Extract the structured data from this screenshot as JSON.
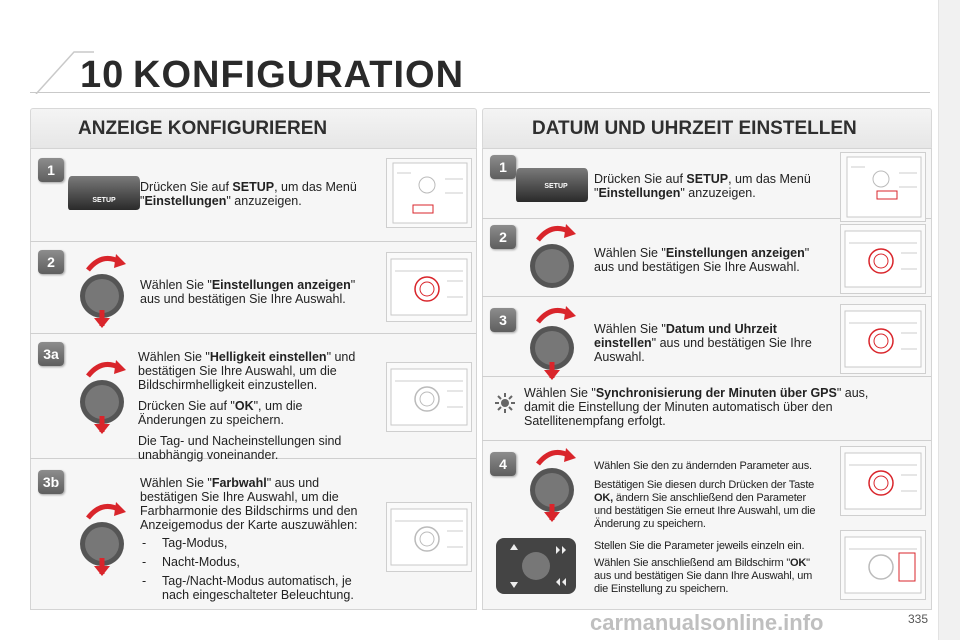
{
  "header": {
    "chapter": "10",
    "title": "KONFIGURATION"
  },
  "left": {
    "title": "ANZEIGE KONFIGURIEREN",
    "steps": [
      {
        "badge": "1",
        "text_pre": "Drücken Sie auf ",
        "text_bold": "SETUP",
        "text_mid": ", um das Menü \"",
        "text_bold2": "Einstellungen",
        "text_post": "\" anzuzeigen."
      },
      {
        "badge": "2",
        "text_pre": "Wählen Sie \"",
        "text_bold": "Einstellungen anzeigen",
        "text_post": "\" aus und bestätigen Sie Ihre Auswahl."
      },
      {
        "badge": "3a",
        "p1_pre": "Wählen Sie \"",
        "p1_bold": "Helligkeit einstellen",
        "p1_post": "\" und bestätigen Sie Ihre Auswahl, um die Bildschirmhelligkeit einzustellen.",
        "p2_pre": "Drücken Sie auf \"",
        "p2_bold": "OK",
        "p2_post": "\", um die Änderungen zu speichern.",
        "p3": "Die Tag- und Nacheinstellungen sind unabhängig voneinander."
      },
      {
        "badge": "3b",
        "p1_pre": "Wählen Sie \"",
        "p1_bold": "Farbwahl",
        "p1_post": "\" aus und bestätigen Sie Ihre Auswahl, um die Farbharmonie des Bildschirms und den Anzeigemodus der Karte auszuwählen:",
        "items": [
          "Tag-Modus,",
          "Nacht-Modus,",
          "Tag-/Nacht-Modus automatisch, je nach eingeschalteter Beleuchtung."
        ]
      }
    ]
  },
  "right": {
    "title": "DATUM UND UHRZEIT EINSTELLEN",
    "steps": [
      {
        "badge": "1",
        "text_pre": "Drücken Sie auf ",
        "text_bold": "SETUP",
        "text_mid": ", um das Menü \"",
        "text_bold2": "Einstellungen",
        "text_post": "\" anzuzeigen."
      },
      {
        "badge": "2",
        "text_pre": "Wählen Sie \"",
        "text_bold": "Einstellungen anzeigen",
        "text_post": "\" aus und bestätigen Sie Ihre Auswahl."
      },
      {
        "badge": "3",
        "text_pre": "Wählen Sie \"",
        "text_bold": "Datum und Uhrzeit einstellen",
        "text_post": "\" aus und bestätigen Sie Ihre Auswahl."
      },
      {
        "tip_pre": "Wählen Sie \"",
        "tip_bold": "Synchronisierung der Minuten über GPS",
        "tip_post": "\" aus, damit die Einstellung der Minuten automatisch über den Satellitenempfang erfolgt."
      },
      {
        "badge": "4",
        "p1": "Wählen Sie den zu ändernden Parameter aus.",
        "p2_pre": "Bestätigen Sie diesen durch Drücken der Taste ",
        "p2_bold": "OK,",
        "p2_post": " ändern Sie anschließend den Parameter und bestätigen Sie erneut Ihre Auswahl, um die Änderung zu speichern.",
        "p3": "Stellen Sie die Parameter jeweils einzeln ein.",
        "p4_pre": "Wählen Sie anschließend am Bildschirm \"",
        "p4_bold": "OK",
        "p4_post": "\" aus und bestätigen Sie dann Ihre Auswahl, um die Einstellung zu speichern."
      }
    ]
  },
  "labels": {
    "setup_key": "SETUP"
  },
  "footer": {
    "watermark": "carmanualsonline.info",
    "page": "335"
  },
  "icons": {
    "knob": "rotary-knob-icon",
    "tip": "sun-tip-icon"
  },
  "colors": {
    "accent_red": "#d9252b",
    "badge": "#6e6e6e"
  }
}
